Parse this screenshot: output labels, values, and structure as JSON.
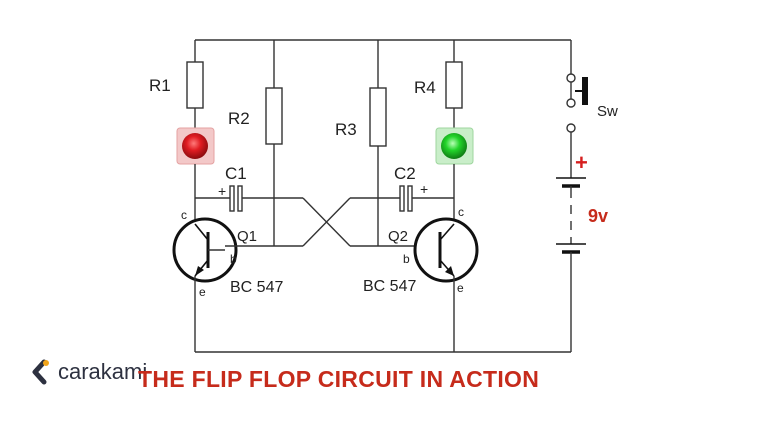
{
  "labels": {
    "r1": "R1",
    "r2": "R2",
    "r3": "R3",
    "r4": "R4",
    "c1": "C1",
    "c2": "C2",
    "c1_plus": "+",
    "c2_plus": "+",
    "q1": "Q1",
    "q2": "Q2",
    "q1_model": "BC 547",
    "q2_model": "BC 547",
    "q1_c": "c",
    "q1_b": "b",
    "q1_e": "e",
    "q2_c": "c",
    "q2_b": "b",
    "q2_e": "e",
    "switch": "Sw",
    "battery_plus": "+",
    "battery_voltage": "9v"
  },
  "leds": {
    "left": "#d8141b",
    "right": "#22d42a"
  },
  "brand": "carakami",
  "caption": "THE FLIP FLOP CIRCUIT IN ACTION",
  "colors": {
    "accent": "#c62b1b",
    "wire": "#333333"
  }
}
